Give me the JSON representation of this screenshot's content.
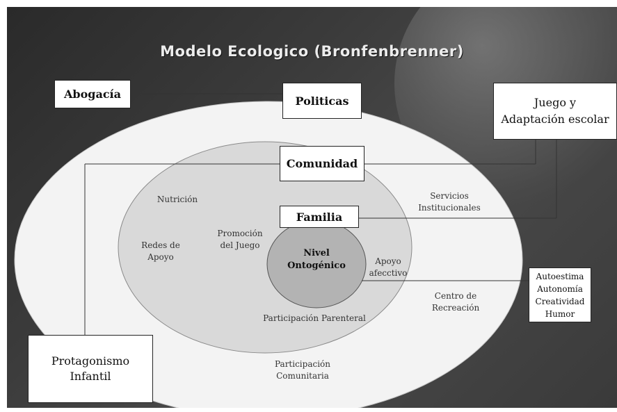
{
  "title": "Modelo Ecologico (Bronfenbrenner)",
  "boxes": {
    "abogacia": "Abogacía",
    "politicas": "Politicas",
    "juego_adaptacion": "Juego y\nAdaptación escolar",
    "comunidad": "Comunidad",
    "familia": "Familia",
    "autoestima_group": "Autoestima\nAutonomía\nCreatividad\nHumor",
    "protagonismo": "Protagonismo\nInfantil"
  },
  "inner_circle": "Nivel\nOntogénico",
  "labels": {
    "nutricion": "Nutrición",
    "redes_apoyo": "Redes de\nApoyo",
    "servicios": "Servicios\nInstitucionales",
    "promocion": "Promoción\ndel Juego",
    "apoyo_afectivo": "Apoyo\nafecctivo",
    "centro_recreacion": "Centro de\nRecreación",
    "participacion_parenteral": "Participación Parenteral",
    "participacion_comunitaria": "Participación\nComunitaria"
  },
  "colors": {
    "background": "#3a3a3a",
    "outer_ring": "#f3f3f3",
    "middle_ring": "#d9d9d9",
    "inner_ring": "#b3b3b3",
    "box_fill": "#ffffff"
  }
}
